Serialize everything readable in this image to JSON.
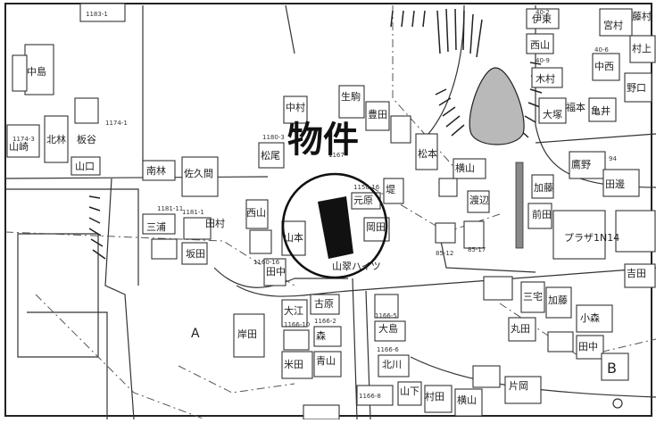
{
  "title": "物件",
  "road_name": "山翠ハイツ",
  "map_letter_a": "A",
  "map_letter_b": "B",
  "plaza": "プラザ1N14",
  "labels": {
    "l01": "伊東",
    "l02": "宮村",
    "l03": "藤村",
    "l04": "西山",
    "l05": "村上",
    "l06": "木村",
    "l07": "中西",
    "l08": "野口",
    "l09": "大塚",
    "l10": "福本",
    "l11": "亀井",
    "l12": "生駒",
    "l13": "中村",
    "l14": "豊田",
    "l15": "松尾",
    "l16": "横山",
    "l17": "加藤",
    "l18": "鷹野",
    "l19": "田邊",
    "l20": "板谷",
    "l21": "山崎",
    "l22": "山口",
    "l23": "南林",
    "l24": "佐久間",
    "l25": "元原",
    "l26": "岡田",
    "l27": "西山",
    "l28": "山本",
    "l29": "坂田",
    "l30": "田中",
    "l31": "古原",
    "l32": "大江",
    "l33": "森",
    "l34": "岸田",
    "l35": "青山",
    "l36": "米田",
    "l37": "北川",
    "l38": "山下",
    "l39": "片岡",
    "l40": "横山",
    "l41": "大島",
    "l42": "小森",
    "l43": "田中",
    "l44": "丸田",
    "l45": "加藤",
    "l46": "三宅",
    "l47": "北林",
    "l48": "三浦",
    "l49": "村田",
    "l50": "渡辺",
    "l51": "松本",
    "l52": "前田",
    "l53": "堤",
    "l54": "田村",
    "l55": "中島",
    "l56": "吉田"
  },
  "numbers": {
    "n01": "1183-1",
    "n02": "1174-1",
    "n03": "1174-3",
    "n04": "1181-11",
    "n05": "1181-1",
    "n06": "1180-3",
    "n07": "1150-16",
    "n08": "1160-16",
    "n09": "1166-2",
    "n10": "1166-5",
    "n11": "1166-6",
    "n12": "1166-8",
    "n13": "1167",
    "n14": "85-12",
    "n15": "85-17",
    "n16": "40-2",
    "n17": "40-9",
    "n18": "40-6",
    "n19": "94",
    "n20": "1166-10"
  },
  "colors": {
    "property": "#111111",
    "pond": "#b9b9b9",
    "line": "#333333"
  }
}
